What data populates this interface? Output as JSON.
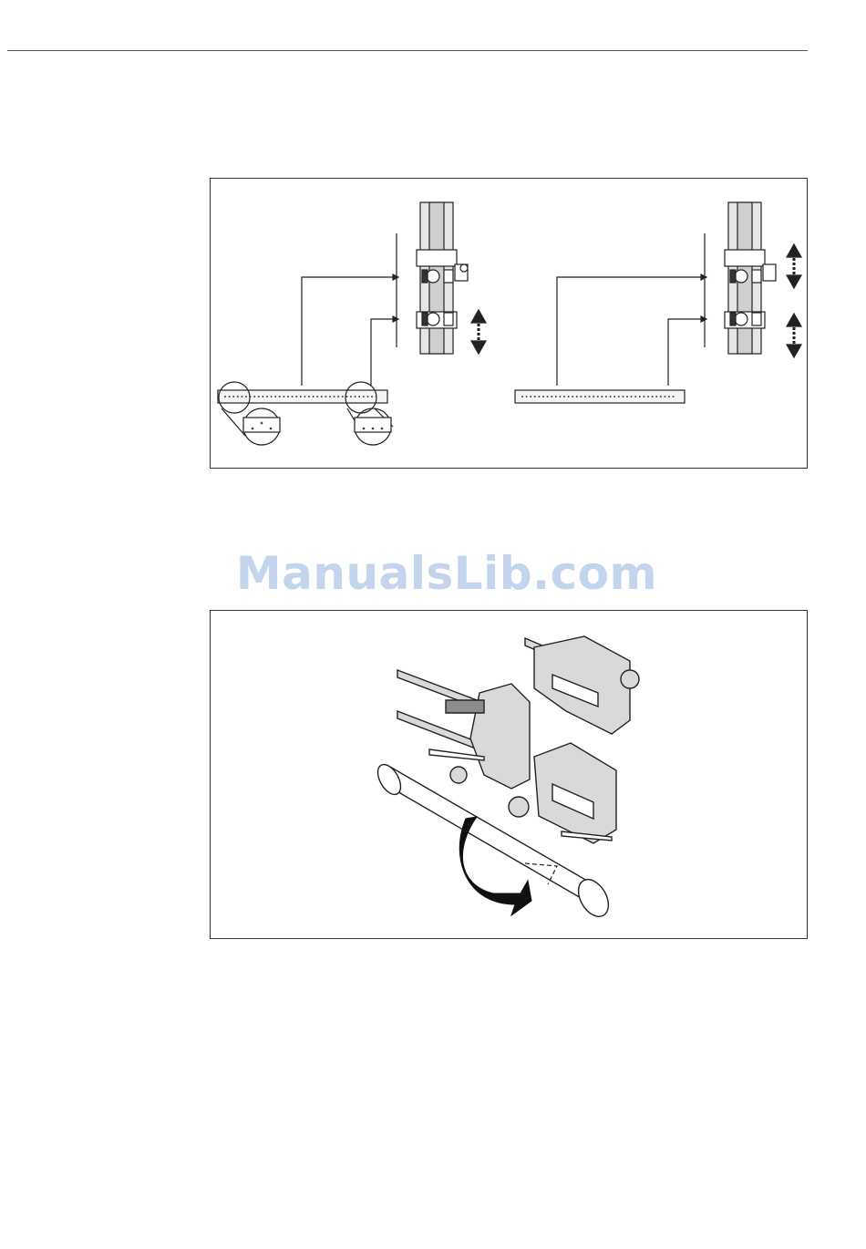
{
  "page": {
    "watermark_text": "ManualsLib.com"
  },
  "figures": [
    {
      "name": "sensor-distance-alignment-diagram",
      "description_visible": false
    },
    {
      "name": "clamp-mounting-rail-diagram",
      "description_visible": false
    }
  ],
  "icons": [
    "double-arrow-icon",
    "curved-rotation-arrow-icon",
    "magnifier-circle-icon"
  ],
  "colors": {
    "line": "#222222",
    "watermark": "#c3d4ec",
    "frame": "#333333"
  }
}
